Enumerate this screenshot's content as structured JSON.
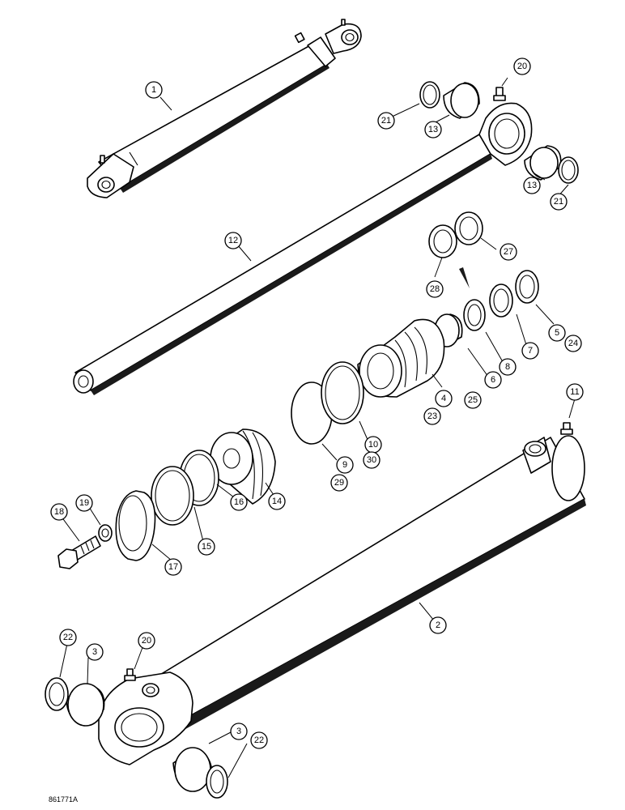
{
  "figure_id": "861771A",
  "callouts": [
    {
      "id": "c1",
      "label": "1"
    },
    {
      "id": "c2",
      "label": "2"
    },
    {
      "id": "c3a",
      "label": "3"
    },
    {
      "id": "c3b",
      "label": "3"
    },
    {
      "id": "c4",
      "label": "4"
    },
    {
      "id": "c5",
      "label": "5"
    },
    {
      "id": "c6",
      "label": "6"
    },
    {
      "id": "c7",
      "label": "7"
    },
    {
      "id": "c8",
      "label": "8"
    },
    {
      "id": "c9",
      "label": "9"
    },
    {
      "id": "c10",
      "label": "10"
    },
    {
      "id": "c11",
      "label": "11"
    },
    {
      "id": "c12",
      "label": "12"
    },
    {
      "id": "c13a",
      "label": "13"
    },
    {
      "id": "c13b",
      "label": "13"
    },
    {
      "id": "c14",
      "label": "14"
    },
    {
      "id": "c15",
      "label": "15"
    },
    {
      "id": "c16",
      "label": "16"
    },
    {
      "id": "c17",
      "label": "17"
    },
    {
      "id": "c18",
      "label": "18"
    },
    {
      "id": "c19",
      "label": "19"
    },
    {
      "id": "c20a",
      "label": "20"
    },
    {
      "id": "c20b",
      "label": "20"
    },
    {
      "id": "c21a",
      "label": "21"
    },
    {
      "id": "c21b",
      "label": "21"
    },
    {
      "id": "c22a",
      "label": "22"
    },
    {
      "id": "c22b",
      "label": "22"
    },
    {
      "id": "c23",
      "label": "23"
    },
    {
      "id": "c24",
      "label": "24"
    },
    {
      "id": "c25",
      "label": "25"
    },
    {
      "id": "c27",
      "label": "27"
    },
    {
      "id": "c28",
      "label": "28"
    },
    {
      "id": "c29",
      "label": "29"
    },
    {
      "id": "c30",
      "label": "30"
    }
  ]
}
